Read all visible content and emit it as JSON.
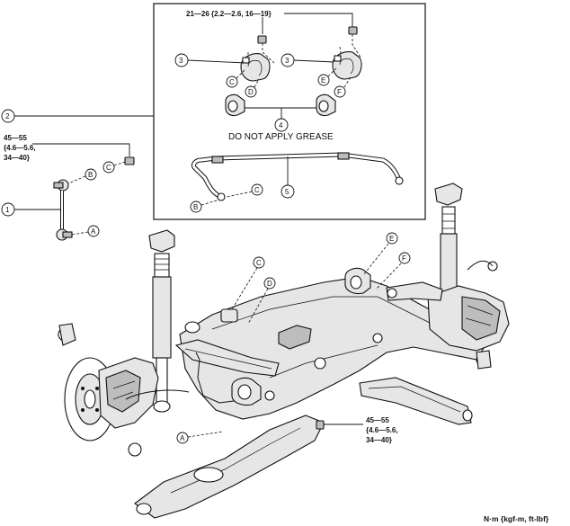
{
  "torque": {
    "stabilizer_bushing": "21—26 {2.2—2.6, 16—19}",
    "link_top_line1": "45—55",
    "link_top_line2": "{4.6—5.6,",
    "link_top_line3": "34—40}",
    "link_low_line1": "45—55",
    "link_low_line2": "{4.6—5.6,",
    "link_low_line3": "34—40}"
  },
  "callouts": {
    "n1": "1",
    "n2": "2",
    "n3a": "3",
    "n3b": "3",
    "n4": "4",
    "n5": "5"
  },
  "letters": {
    "a_link": "A",
    "a_arm": "A",
    "b_link": "B",
    "b_bar": "B",
    "c_link": "C",
    "c_bar": "C",
    "c_bush": "C",
    "c_frame": "C",
    "d_bush": "D",
    "d_frame": "D",
    "e_bush": "E",
    "e_frame": "E",
    "f_bush": "F",
    "f_frame": "F"
  },
  "note": "DO NOT APPLY GREASE",
  "unit_label": "N·m {kgf-m, ft-lbf}"
}
